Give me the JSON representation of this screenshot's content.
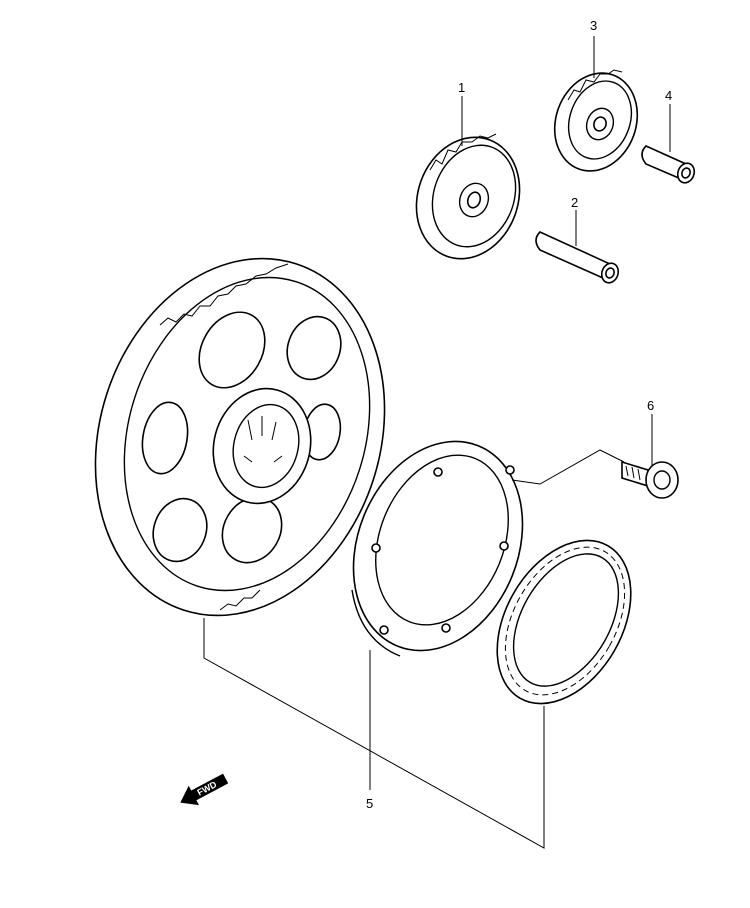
{
  "callouts": [
    {
      "id": "1",
      "text": "1"
    },
    {
      "id": "2",
      "text": "2"
    },
    {
      "id": "3",
      "text": "3"
    },
    {
      "id": "4",
      "text": "4"
    },
    {
      "id": "5",
      "text": "5"
    },
    {
      "id": "6",
      "text": "6"
    }
  ],
  "fwd": {
    "text": "FWD"
  }
}
